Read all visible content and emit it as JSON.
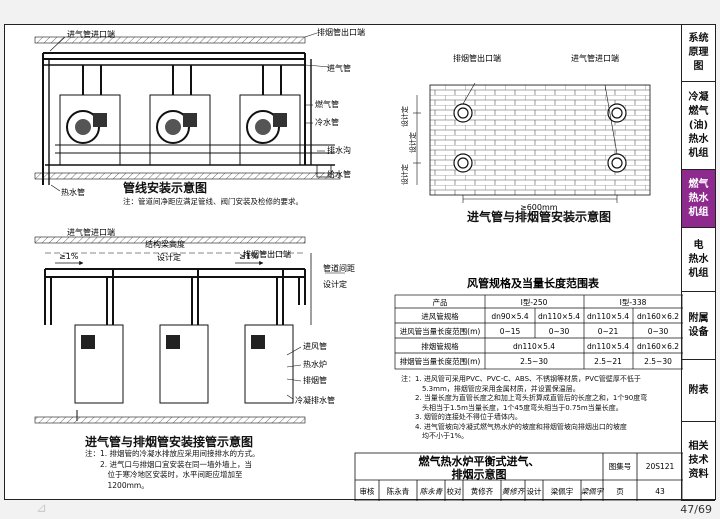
{
  "sidebar": {
    "tabs": [
      {
        "label": "系统\n原理\n图"
      },
      {
        "label": "冷凝\n燃气\n(油)\n热水\n机组"
      },
      {
        "label": "燃气\n热水\n机组",
        "active": true
      },
      {
        "label": "电\n热水\n机组"
      },
      {
        "label": "附属\n设备"
      },
      {
        "label": "附表"
      },
      {
        "label": "相关\n技术\n资料"
      }
    ],
    "active_color": "#8e2a8e"
  },
  "fig1": {
    "title": "管线安装示意图",
    "note": "注：管道间净距应满足管线、阀门安装及检修的要求。",
    "labels": {
      "inlet_end": "进气管进口端",
      "exhaust_out": "排烟管出口端",
      "inlet_pipe": "进气管",
      "gas_pipe": "燃气管",
      "cold_water": "冷水管",
      "drain": "排水沟",
      "supply_water": "给水管",
      "hot_water": "热水管"
    }
  },
  "fig2": {
    "title": "进气管与排烟管安装示意图",
    "labels": {
      "exhaust_out": "排烟管出口端",
      "inlet_end": "进气管进口端",
      "design_1": "设计定",
      "design_2": "设计定",
      "design_3": "设计定",
      "dim": "≥600mm"
    }
  },
  "fig3": {
    "title": "进气管与排烟管安装接管示意图",
    "labels": {
      "inlet_end": "进气管进口端",
      "beam_height": "结构梁高度",
      "design": "设计定",
      "exhaust_out": "排烟管出口端",
      "pipe_spacing": "管道间距",
      "design2": "设计定",
      "slope1": "≥1%",
      "slope2": "≥1%",
      "inlet_pipe": "进风管",
      "heater": "热水炉",
      "exhaust_pipe": "排烟管",
      "condensate": "冷凝排水管"
    },
    "notes": "注：1. 排烟管的冷凝水排放应采用间接排水的方式。\n　　2. 进气口与排烟口宜安装在同一墙外墙上，当\n　　　位于寒冷地区安装时，水平间距应增加至\n　　　1200mm。"
  },
  "table": {
    "title": "风管规格及当量长度范围表",
    "headers": [
      "产品",
      "I型-250",
      "I型-338"
    ],
    "rows": [
      {
        "label": "进风管规格",
        "cells": [
          "dn90×5.4",
          "dn110×5.4",
          "dn110×5.4",
          "dn160×6.2"
        ]
      },
      {
        "label": "进风管当量长度范围(m)",
        "cells": [
          "0~15",
          "0~30",
          "0~21",
          "0~30"
        ]
      },
      {
        "label": "排烟管规格",
        "cells": [
          "dn110×5.4",
          "dn110×5.4",
          "dn160×6.2"
        ]
      },
      {
        "label": "排烟管当量长度范围(m)",
        "cells": [
          "2.5~30",
          "2.5~21",
          "2.5~30"
        ]
      }
    ]
  },
  "notes_right": "注：1. 进风管可采用PVC、PVC-C、ABS、不锈钢等材质，PVC管壁厚不低于\n　　　5.3mm，排烟管应采用金属材质，并设置保温层。\n　　2. 当量长度为直管长度之和加上弯头折算成直管后的长度之和，1个90度弯\n　　　头相当于1.5m当量长度，1个45度弯头相当于0.75m当量长度。\n　　3. 烟管的连接处不得位于墙体内。\n　　4. 进气管坡向冷凝式燃气热水炉的坡度和排烟管坡向排烟出口的坡度\n　　　均不小于1%。",
  "title_block": {
    "title_line1": "燃气热水炉平衡式进气、",
    "title_line2": "排烟示意图",
    "atlas_label": "图集号",
    "atlas_no": "20S121",
    "review_label": "审核",
    "reviewer": "陈永青",
    "reviewer_sig": "陈永青",
    "check_label": "校对",
    "checker": "黄修齐",
    "checker_sig": "黄修齐",
    "design_label": "设计",
    "designer": "梁佩宇",
    "designer_sig": "梁佩宇",
    "page_label": "页",
    "page_no": "43"
  },
  "viewer": {
    "page_counter": "47/69"
  }
}
